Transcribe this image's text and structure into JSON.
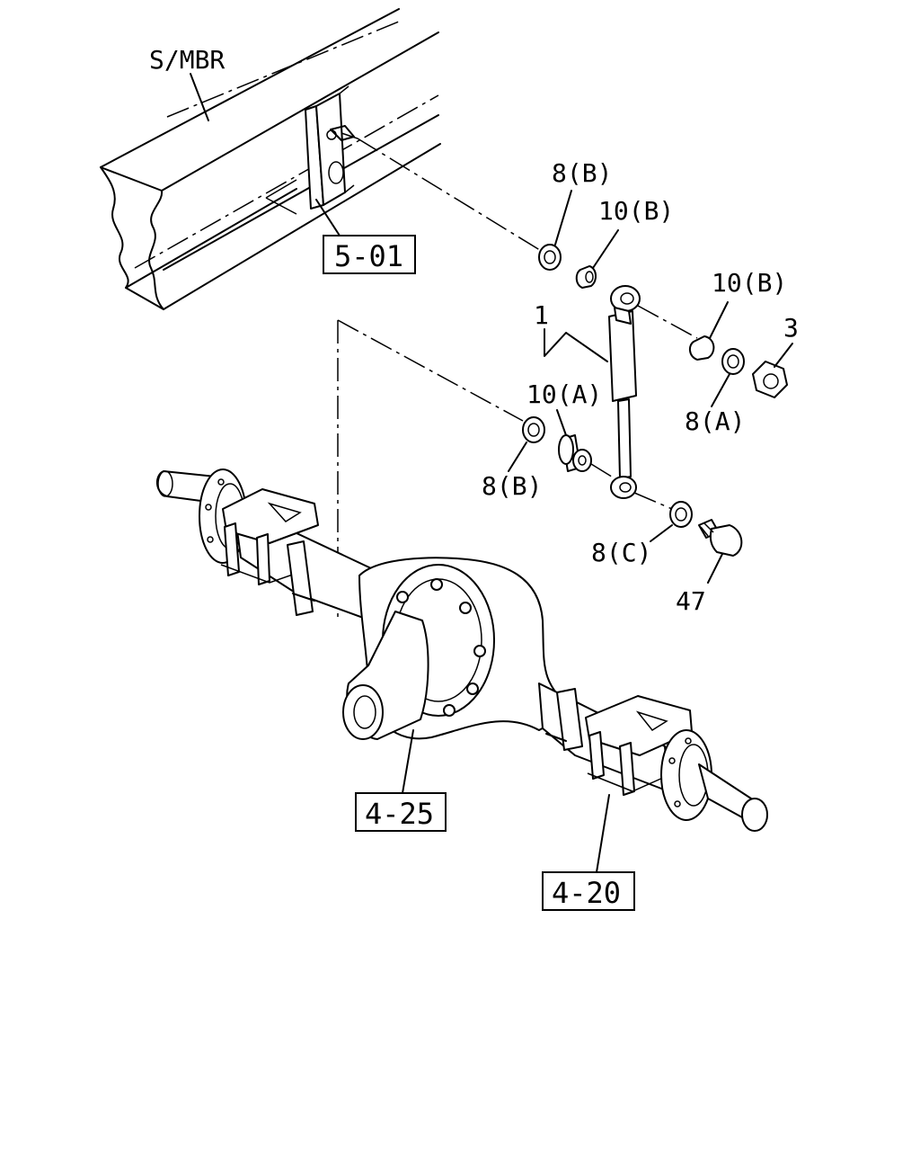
{
  "callouts": {
    "smbr": "S/MBR",
    "item_8b_top": "8(B)",
    "item_10b_top": "10(B)",
    "item_10b_right": "10(B)",
    "item_3": "3",
    "item_1": "1",
    "item_10a": "10(A)",
    "item_8a": "8(A)",
    "item_8b_lower": "8(B)",
    "item_8c": "8(C)",
    "item_47": "47"
  },
  "references": {
    "ref_501": "5-01",
    "ref_425": "4-25",
    "ref_420": "4-20"
  }
}
